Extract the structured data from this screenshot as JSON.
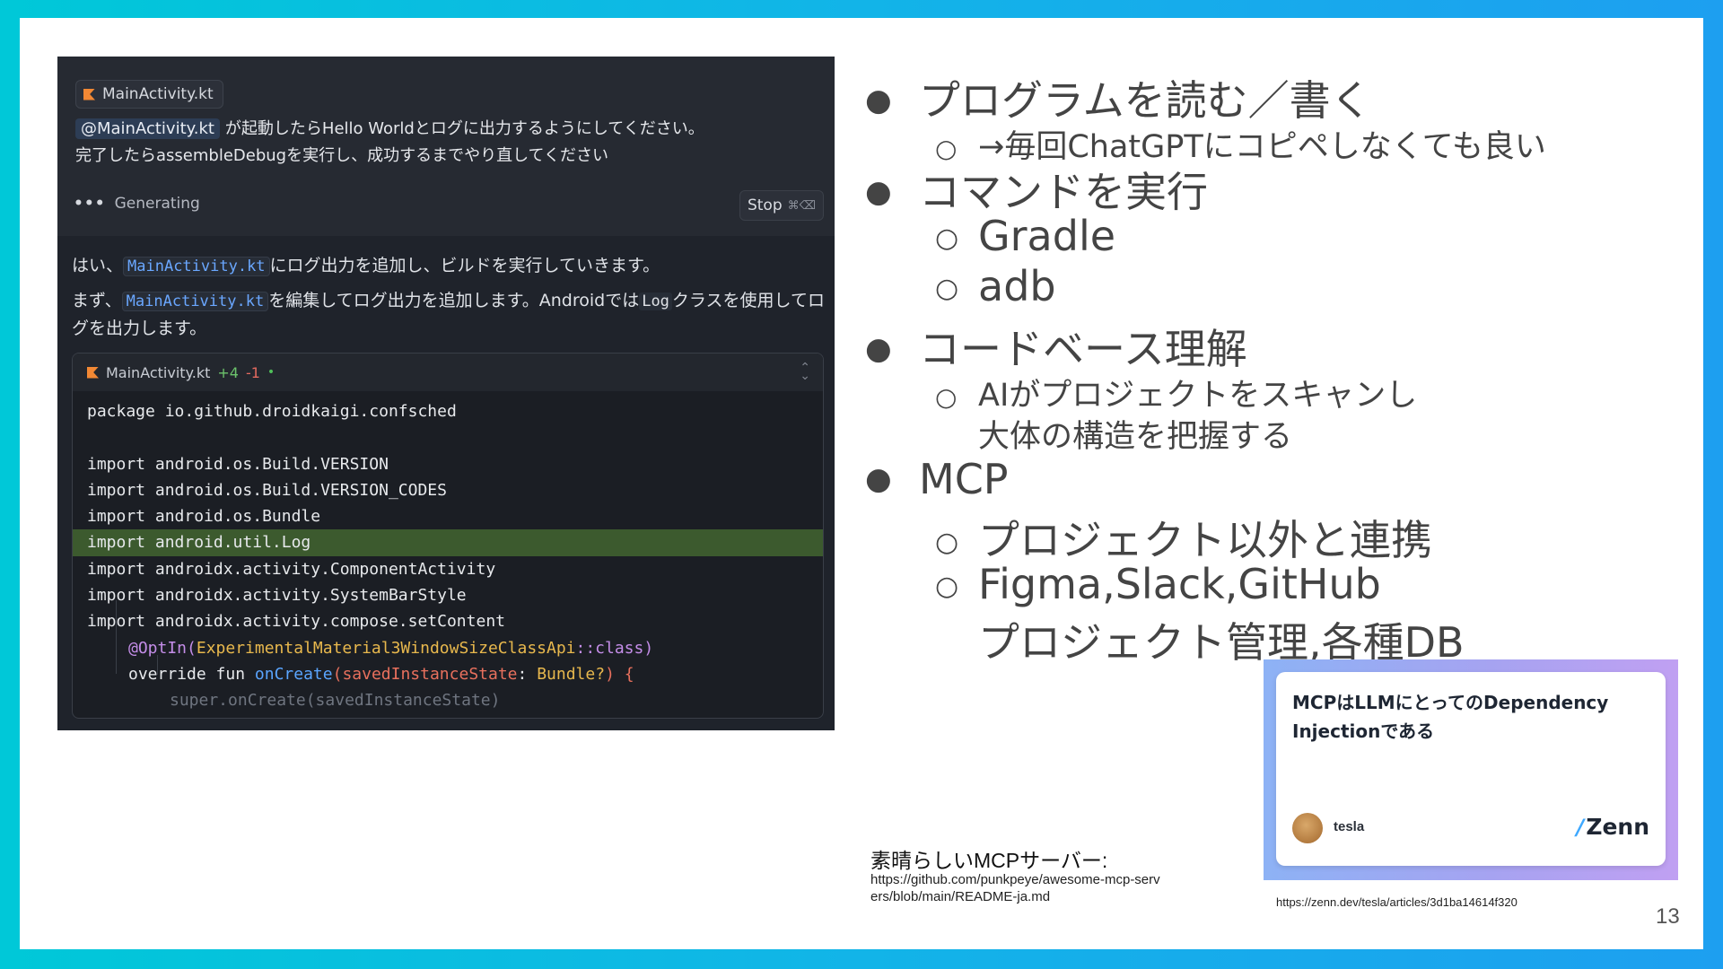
{
  "ide": {
    "file_chip": "MainActivity.kt",
    "prompt_mention": "@MainActivity.kt",
    "prompt_line1_rest": "が起動したらHello Worldとログに出力するようにしてください。",
    "prompt_line2": "完了したらassembleDebugを実行し、成功するまでやり直してください",
    "generating_dots": "•••",
    "generating": "Generating",
    "stop_label": "Stop",
    "stop_shortcut": "⌘⌫",
    "resp1_pre": "はい、",
    "resp1_ref": "MainActivity.kt",
    "resp1_post": "にログ出力を追加し、ビルドを実行していきます。",
    "resp2_pre": "まず、",
    "resp2_ref": "MainActivity.kt",
    "resp2_mid": "を編集してログ出力を追加します。Androidでは",
    "resp2_code": "Log",
    "resp2_post": "クラスを使用してログを出力します。",
    "code_file": "MainActivity.kt",
    "code_add": "+4",
    "code_del": "-1",
    "code_dot": "•",
    "code": {
      "l1": "package io.github.droidkaigi.confsched",
      "l2": "",
      "l3": "import android.os.Build.VERSION",
      "l4": "import android.os.Build.VERSION_CODES",
      "l5": "import android.os.Bundle",
      "l6": "import android.util.Log",
      "l7": "import androidx.activity.ComponentActivity",
      "l8": "import androidx.activity.SystemBarStyle",
      "l9": "import androidx.activity.compose.setContent",
      "l10_ann": "@OptIn(",
      "l10_cls": "ExperimentalMaterial3WindowSizeClassApi",
      "l10_rest": "::class)",
      "l11_kw": "override fun ",
      "l11_fn": "onCreate",
      "l11_p1": "(",
      "l11_param": "savedInstanceState",
      "l11_colon": ": ",
      "l11_type": "Bundle?",
      "l11_end": ") {",
      "l12": "super.onCreate(savedInstanceState)"
    }
  },
  "bullets": {
    "b1": "プログラムを読む／書く",
    "b1_sub": "→毎回ChatGPTにコピペしなくても良い",
    "b2": "コマンドを実行",
    "b2_sub1": "Gradle",
    "b2_sub2": "adb",
    "b3": "コードベース理解",
    "b3_sub_l1": "AIがプロジェクトをスキャンし",
    "b3_sub_l2": "大体の構造を把握する",
    "b4": "MCP",
    "b4_sub1": "プロジェクト以外と連携",
    "b4_sub2_l1": "Figma,Slack,GitHub",
    "b4_sub2_l2": "プロジェクト管理,各種DB"
  },
  "markers": {
    "bullet": "●",
    "sub": "○"
  },
  "zenn": {
    "title": "MCPはLLMにとってのDependency Injectionである",
    "author": "tesla",
    "logo": "Zenn",
    "url": "https://zenn.dev/tesla/articles/3d1ba14614f320"
  },
  "caption": {
    "title": "素晴らしいMCPサーバー:",
    "url": "https://github.com/punkpeye/awesome-mcp-servers/blob/main/README-ja.md"
  },
  "page_number": "13"
}
